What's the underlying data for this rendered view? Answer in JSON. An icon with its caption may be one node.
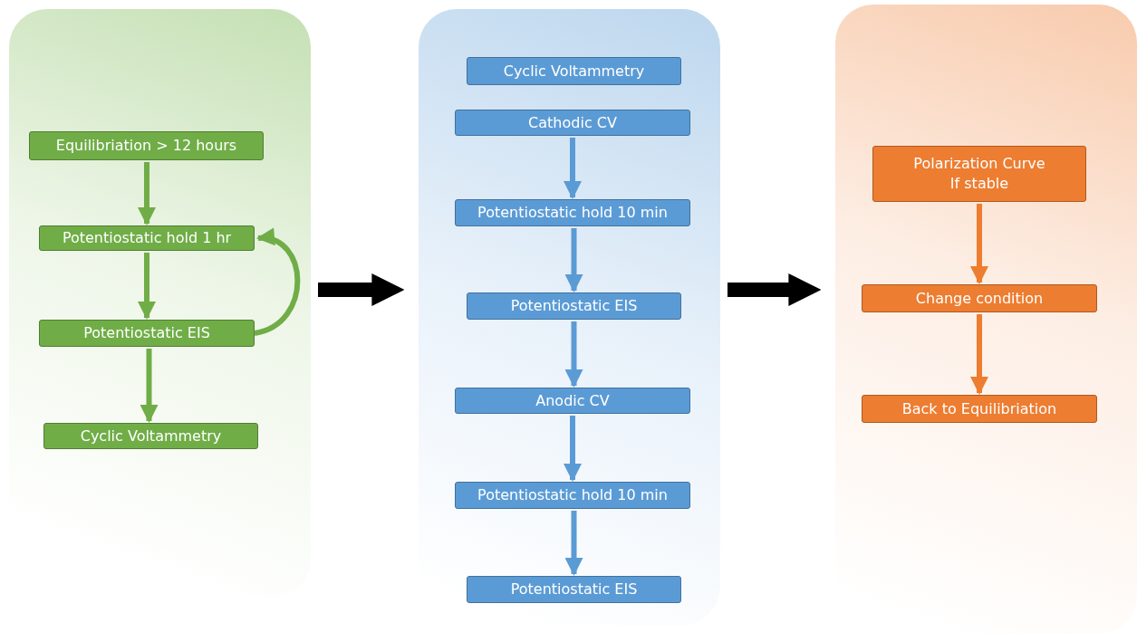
{
  "diagram": {
    "nodes": [
      {
        "text": [],
        "shape": "box"
      },
      {
        "text": [
          "Equilibriation > 12 hours"
        ],
        "in": 0
      },
      {
        "text": [
          "Potentiostatic hold 1 hr"
        ],
        "in": 0
      },
      {
        "text": [
          "Potentiostatic EIS"
        ],
        "in": 0
      },
      {
        "text": [
          "Cyclic Voltammetry"
        ],
        "in": 0
      },
      {
        "text": [],
        "shape": "box"
      },
      {
        "text": [
          "Cyclic Voltammetry"
        ],
        "in": 5
      },
      {
        "text": [
          "Cathodic CV"
        ],
        "in": 5
      },
      {
        "text": [
          "Potentiostatic hold 10 min"
        ],
        "in": 5
      },
      {
        "text": [
          "Potentiostatic EIS"
        ],
        "in": 5
      },
      {
        "text": [
          "Anodic CV"
        ],
        "in": 5
      },
      {
        "text": [
          "Potentiostatic hold 10 min"
        ],
        "in": 5
      },
      {
        "text": [
          "Potentiostatic EIS"
        ],
        "in": 5
      },
      {
        "text": [],
        "shape": "box"
      },
      {
        "text": [
          "Polarization Curve",
          "If stable"
        ],
        "in": 13
      },
      {
        "text": [
          "Change condition"
        ],
        "in": 13
      },
      {
        "text": [
          "Back to Equilibriation"
        ],
        "in": 13
      }
    ],
    "edges": [
      {
        "from": 1,
        "to": 2,
        "arrow": "to",
        "color": "#70ad47"
      },
      {
        "from": 2,
        "to": 3,
        "arrow": "to",
        "color": "#70ad47"
      },
      {
        "from": 3,
        "to": 2,
        "arrow": "to",
        "color": "#70ad47"
      },
      {
        "from": 3,
        "to": 4,
        "arrow": "to",
        "color": "#70ad47"
      },
      {
        "from": 0,
        "to": 5,
        "arrow": "to",
        "style": "thick",
        "color": "#000000"
      },
      {
        "from": 7,
        "to": 8,
        "arrow": "to"
      },
      {
        "from": 8,
        "to": 9,
        "arrow": "to"
      },
      {
        "from": 9,
        "to": 10,
        "arrow": "to"
      },
      {
        "from": 10,
        "to": 11,
        "arrow": "to"
      },
      {
        "from": 11,
        "to": 12,
        "arrow": "to"
      },
      {
        "from": 5,
        "to": 13,
        "arrow": "to",
        "style": "thick",
        "color": "#000000"
      },
      {
        "from": 14,
        "to": 15,
        "arrow": "to",
        "color": "#ed7d31"
      },
      {
        "from": 15,
        "to": 16,
        "arrow": "to",
        "color": "#ed7d31"
      }
    ]
  }
}
